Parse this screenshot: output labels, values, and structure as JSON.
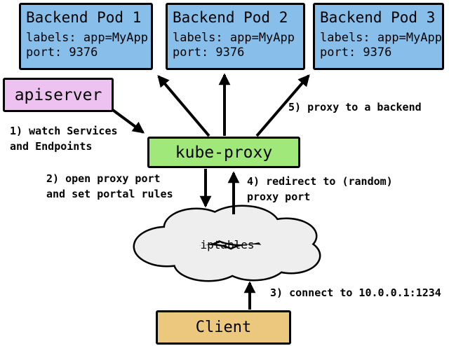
{
  "colors": {
    "pod": "#88BEEA",
    "apiserver": "#EEC2F0",
    "kube_proxy": "#A0E87A",
    "client": "#ECC87E",
    "cloud": "#EEEEEE",
    "stroke": "#000000"
  },
  "pods": [
    {
      "title": "Backend Pod 1",
      "labels": "labels: app=MyApp",
      "port": "port: 9376"
    },
    {
      "title": "Backend Pod 2",
      "labels": "labels: app=MyApp",
      "port": "port: 9376"
    },
    {
      "title": "Backend Pod 3",
      "labels": "labels: app=MyApp",
      "port": "port: 9376"
    }
  ],
  "apiserver": {
    "label": "apiserver"
  },
  "kube_proxy": {
    "label": "kube-proxy"
  },
  "cloud": {
    "label": "iptables"
  },
  "client": {
    "label": "Client"
  },
  "steps": {
    "watch": "1) watch Services\nand Endpoints",
    "open_proxy": "2) open proxy port\nand set portal rules",
    "connect": "3) connect to 10.0.0.1:1234",
    "redirect": "4) redirect to (random)\nproxy port",
    "proxy_backend": "5) proxy to a backend"
  }
}
